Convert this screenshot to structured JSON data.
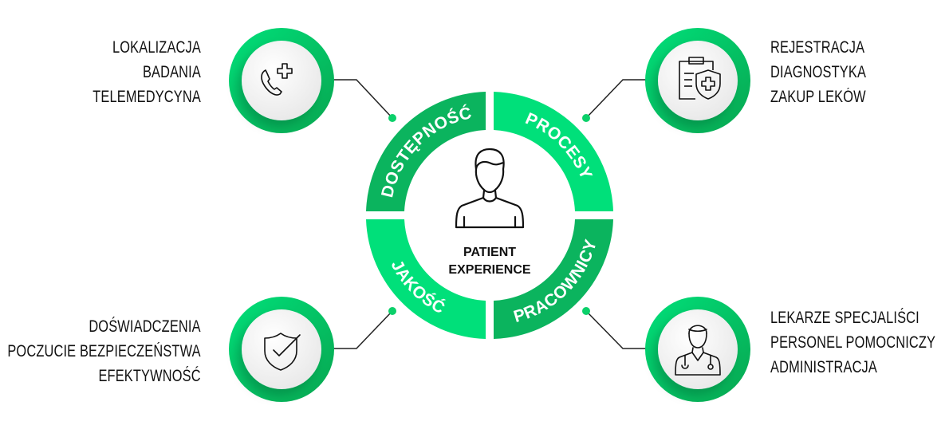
{
  "center": {
    "line1": "PATIENT",
    "line2": "EXPERIENCE",
    "icon": "patient-icon"
  },
  "segments": [
    {
      "label": "DOSTĘPNOŚĆ",
      "color": "#0bb45e"
    },
    {
      "label": "PROCESY",
      "color": "#00e07a"
    },
    {
      "label": "JAKOŚĆ",
      "color": "#00e07a"
    },
    {
      "label": "PRACOWNICY",
      "color": "#0bb45e"
    }
  ],
  "blocks": {
    "top_left": {
      "icon": "telemedicine-phone-plus-icon",
      "lines": [
        "LOKALIZACJA",
        "BADANIA",
        "TELEMEDYCYNA"
      ]
    },
    "top_right": {
      "icon": "clipboard-shield-icon",
      "lines": [
        "REJESTRACJA",
        "DIAGNOSTYKA",
        "ZAKUP LEKÓW"
      ]
    },
    "bottom_left": {
      "icon": "shield-check-icon",
      "lines": [
        "DOŚWIADCZENIA",
        "POCZUCIE BEZPIECZEŃSTWA",
        "EFEKTYWNOŚĆ"
      ]
    },
    "bottom_right": {
      "icon": "doctor-icon",
      "lines": [
        "LEKARZE SPECJALIŚCI",
        "PERSONEL POMOCNICZY",
        "ADMINISTRACJA"
      ]
    }
  },
  "colors": {
    "dark_green": "#0bb45e",
    "light_green": "#00e07a"
  }
}
